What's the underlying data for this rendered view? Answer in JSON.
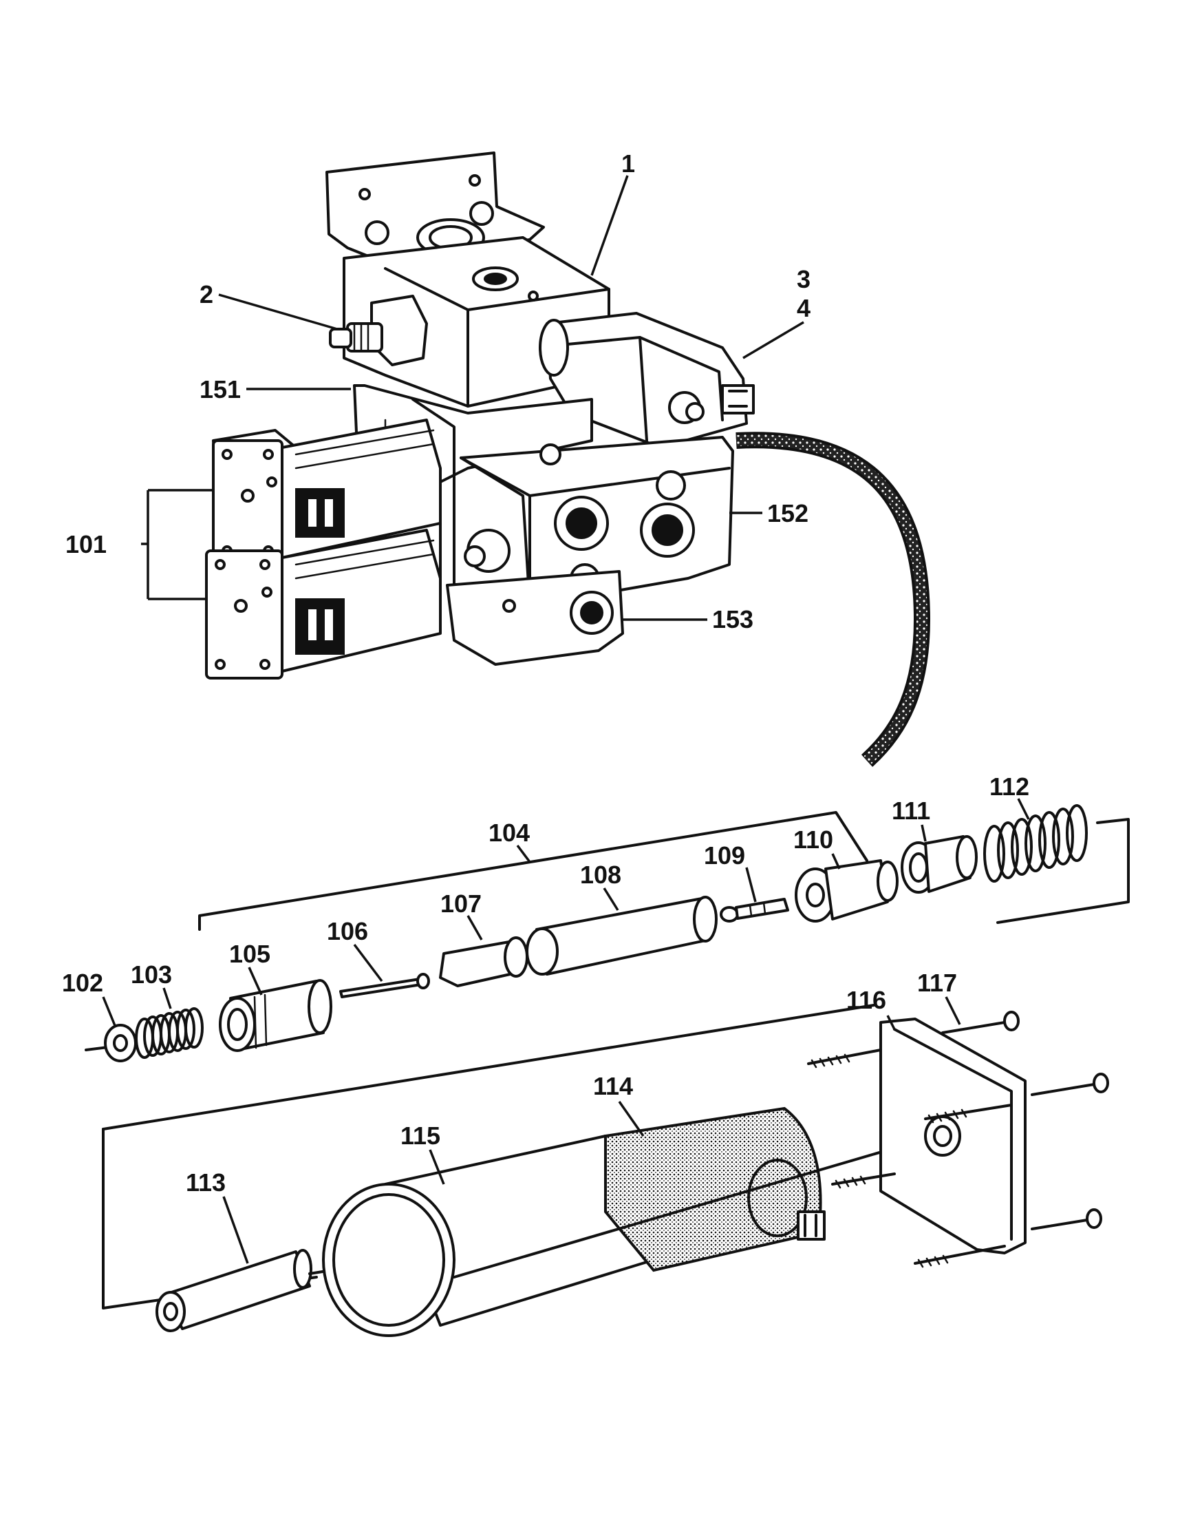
{
  "callouts": {
    "c1": "1",
    "c2": "2",
    "c3": "3",
    "c4": "4",
    "c151": "151",
    "c101": "101",
    "c152": "152",
    "c153": "153",
    "c104": "104",
    "c112": "112",
    "c111": "111",
    "c110": "110",
    "c109": "109",
    "c108": "108",
    "c107": "107",
    "c106": "106",
    "c105": "105",
    "c103": "103",
    "c102": "102",
    "c116": "116",
    "c117": "117",
    "c114": "114",
    "c115": "115",
    "c113": "113"
  }
}
